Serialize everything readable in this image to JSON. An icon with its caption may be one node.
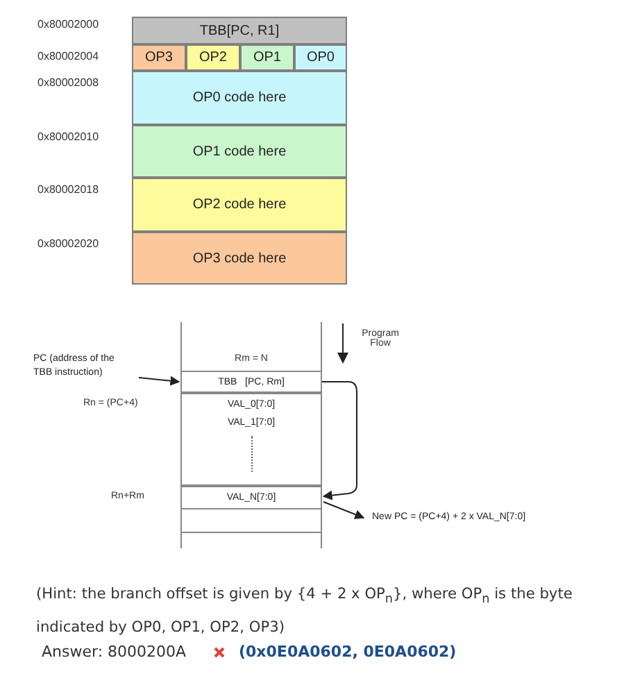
{
  "diagram": {
    "nodes": [
      {
        "text": [
          "TBB[PC, R1]"
        ]
      },
      {
        "text": [
          "OP3"
        ]
      },
      {
        "text": [
          "OP2"
        ]
      },
      {
        "text": [
          "OP1"
        ]
      },
      {
        "text": [
          "OP0"
        ]
      },
      {
        "text": [
          "OP0 code here"
        ]
      },
      {
        "text": [
          "OP1 code here"
        ]
      },
      {
        "text": [
          "OP2 code here"
        ]
      },
      {
        "text": [
          "OP3 code here"
        ]
      },
      {
        "text": [
          "TBB   [PC, Rm]"
        ]
      },
      {
        "text": [
          "VAL_0[7:0]",
          "VAL_1[7:0]"
        ]
      },
      {
        "text": [
          "VAL_N[7:0]"
        ]
      },
      {
        "text": [
          "PC (address of the TBB instruction)"
        ]
      },
      {
        "text": [
          "New PC = (PC+4) + 2 x VAL_N[7:0]"
        ]
      }
    ],
    "edges": [
      {
        "from": 12,
        "to": 9,
        "arrow": "to"
      },
      {
        "from": 9,
        "to": 11,
        "arrow": "to"
      },
      {
        "from": 11,
        "to": 13,
        "arrow": "to"
      }
    ],
    "labels": [
      "0x80002000",
      "0x80002004",
      "0x80002008",
      "0x80002010",
      "0x80002018",
      "0x80002020",
      "Rm = N",
      "Rn = (PC+4)",
      "Rn+Rm",
      "Program Flow",
      "(Hint: the branch offset is given by {4 + 2 x OP$_{n}$}, where OP$_{n}$ is the byte indicated by OP0, OP1, OP2, OP3)",
      "Answer: 8000200A",
      "(0x0E0A0602, 0E0A0602)"
    ]
  }
}
